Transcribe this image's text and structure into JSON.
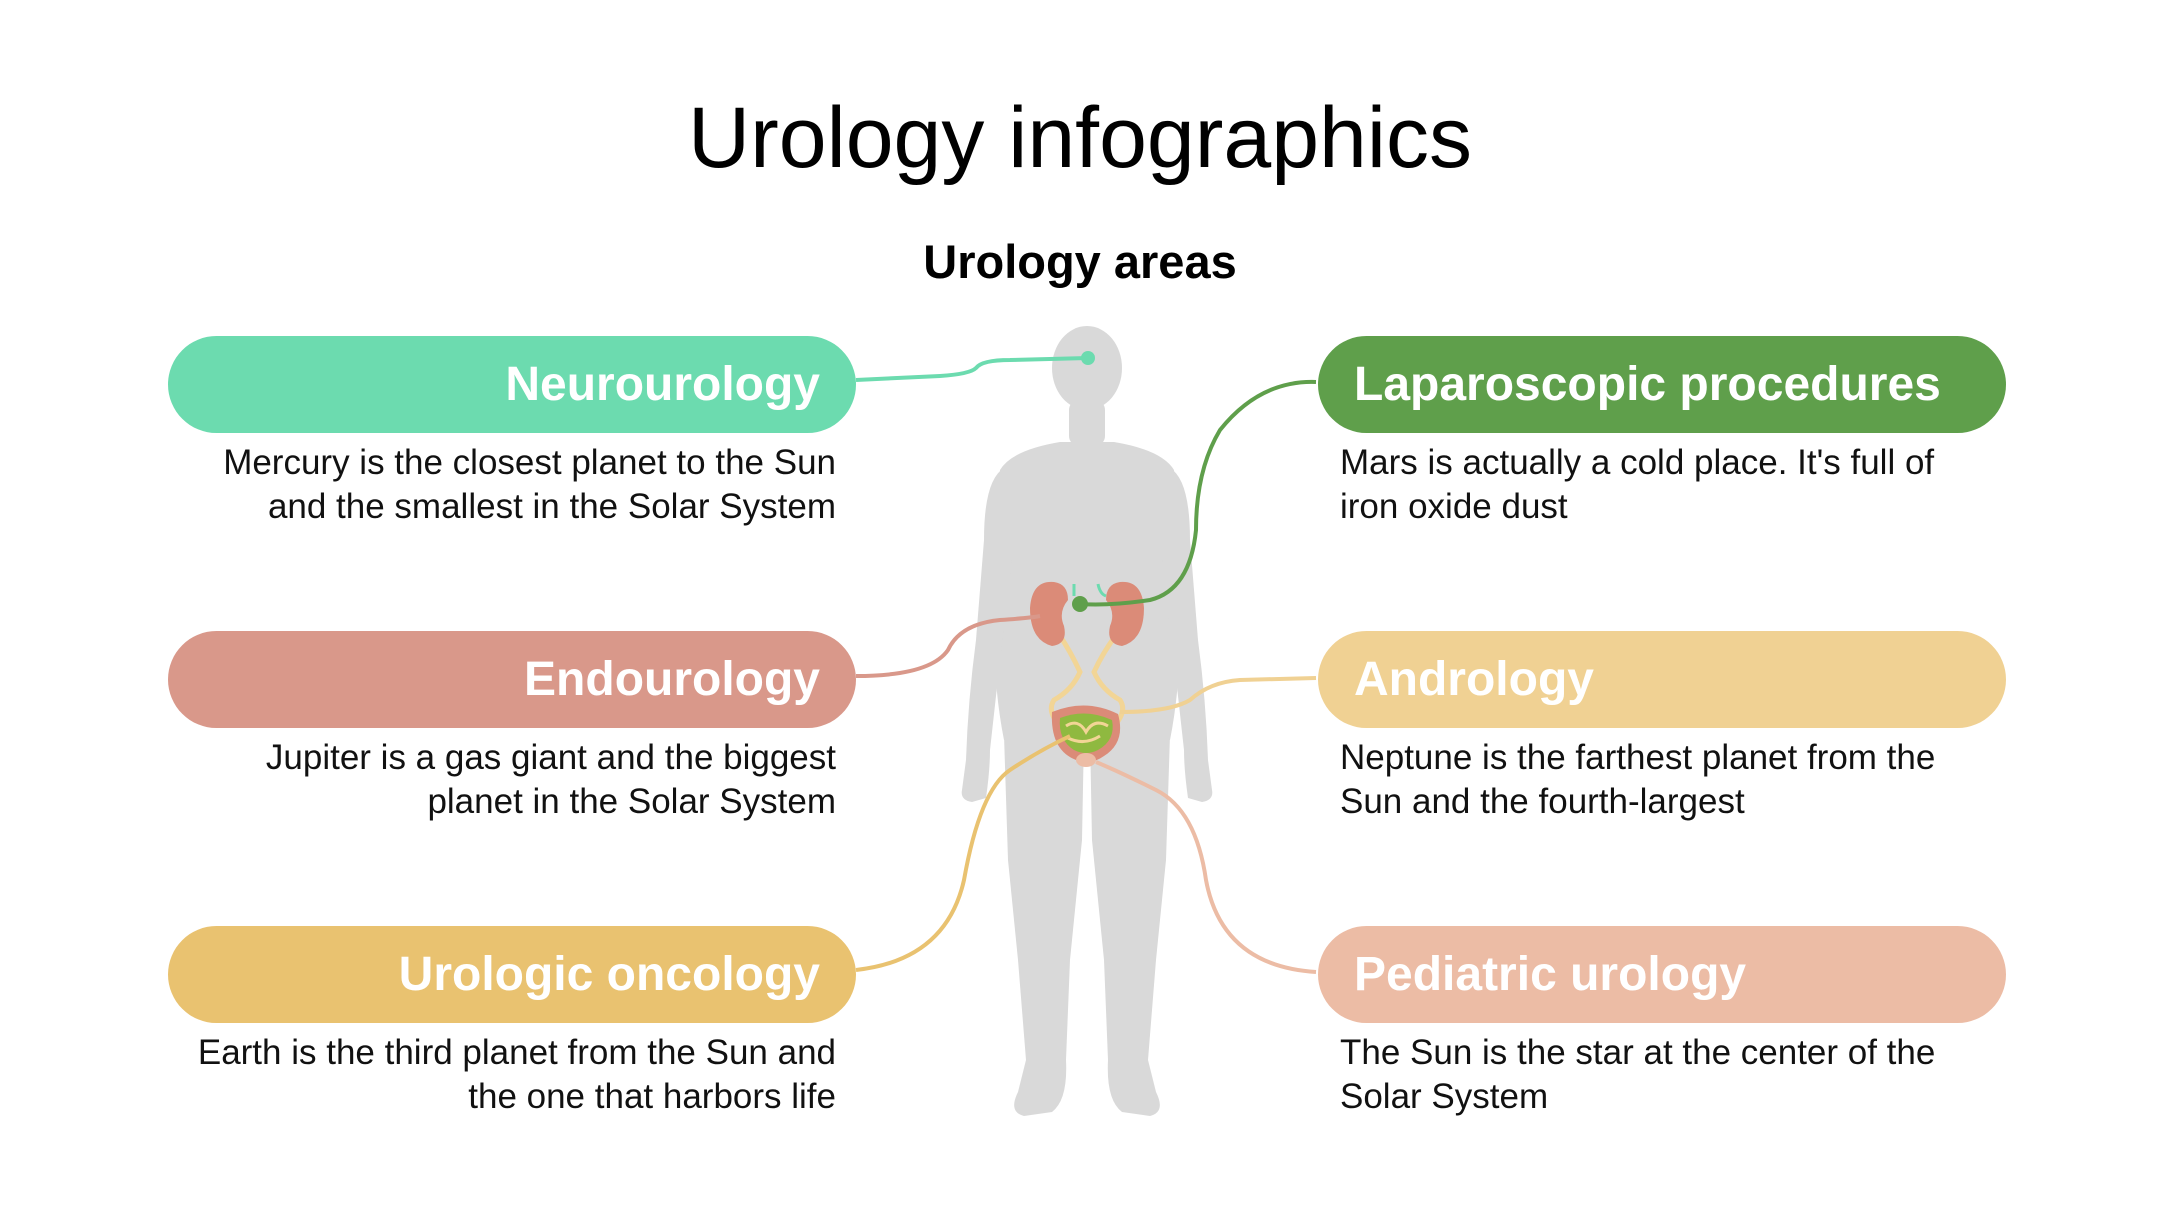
{
  "title": "Urology infographics",
  "subtitle": "Urology areas",
  "areas": [
    {
      "label": "Neurourology",
      "description": "Mercury is the closest planet to the Sun and the smallest in the Solar System",
      "color": "#6cdbaf"
    },
    {
      "label": "Endourology",
      "description": "Jupiter is a gas giant and the biggest planet in the Solar System",
      "color": "#d9988a"
    },
    {
      "label": "Urologic oncology",
      "description": "Earth is the third planet from the Sun and the one that harbors life",
      "color": "#e9c270"
    },
    {
      "label": "Laparoscopic procedures",
      "description": "Mars is actually a cold place. It's full of iron oxide dust",
      "color": "#5f9f4b"
    },
    {
      "label": "Andrology",
      "description": "Neptune is the farthest planet from the Sun and the fourth-largest",
      "color": "#f0d193"
    },
    {
      "label": "Pediatric urology",
      "description": "The Sun is the star at the center of the Solar System",
      "color": "#ecbca5"
    }
  ],
  "colors": {
    "body_silhouette": "#d9d9d9",
    "kidney": "#db8b78",
    "ureter": "#f2d596",
    "bladder_fill": "#8fb940"
  }
}
